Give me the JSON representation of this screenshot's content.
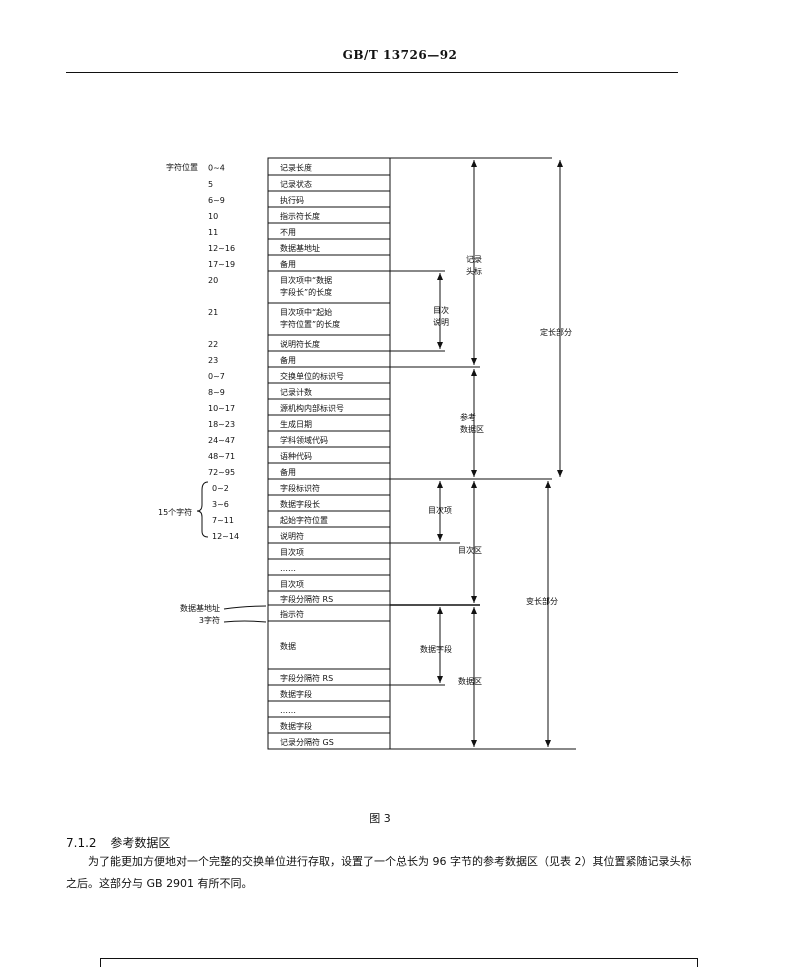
{
  "header": "GB/T 13726—92",
  "figure": {
    "pos_header": "字符位置",
    "rows": [
      {
        "label": "记录长度",
        "pos": "0~4"
      },
      {
        "label": "记录状态",
        "pos": "5"
      },
      {
        "label": "执行码",
        "pos": "6~9"
      },
      {
        "label": "指示符长度",
        "pos": "10"
      },
      {
        "label": "不用",
        "pos": "11"
      },
      {
        "label": "数据基地址",
        "pos": "12~16"
      },
      {
        "label": "备用",
        "pos": "17~19"
      },
      {
        "label": "目次项中“数据\n字段长”的长度",
        "pos": "20"
      },
      {
        "label": "目次项中“起始\n字符位置”的长度",
        "pos": "21"
      },
      {
        "label": "说明符长度",
        "pos": "22"
      },
      {
        "label": "备用",
        "pos": "23"
      },
      {
        "label": "交换单位的标识号",
        "pos": "0~7"
      },
      {
        "label": "记录计数",
        "pos": "8~9"
      },
      {
        "label": "源机构内部标识号",
        "pos": "10~17"
      },
      {
        "label": "生成日期",
        "pos": "18~23"
      },
      {
        "label": "学科领域代码",
        "pos": "24~47"
      },
      {
        "label": "语种代码",
        "pos": "48~71"
      },
      {
        "label": "备用",
        "pos": "72~95"
      },
      {
        "label": "字段标识符",
        "pos": "0~2"
      },
      {
        "label": "数据字段长",
        "pos": "3~6"
      },
      {
        "label": "起始字符位置",
        "pos": "7~11"
      },
      {
        "label": "说明符",
        "pos": "12~14"
      },
      {
        "label": "目次项",
        "pos": ""
      },
      {
        "label": "……",
        "pos": ""
      },
      {
        "label": "目次项",
        "pos": ""
      },
      {
        "label": "字段分隔符 RS",
        "pos": ""
      },
      {
        "label": "指示符",
        "pos": ""
      },
      {
        "label": "数据",
        "pos": ""
      },
      {
        "label": "字段分隔符 RS",
        "pos": ""
      },
      {
        "label": "数据字段",
        "pos": ""
      },
      {
        "label": "……",
        "pos": ""
      },
      {
        "label": "数据字段",
        "pos": ""
      },
      {
        "label": "记录分隔符 GS",
        "pos": ""
      }
    ],
    "brace_15": "15个字符",
    "data_base_label": "数据基地址\n3字符",
    "groups": {
      "record_header": "记录\n头标",
      "directory_lengths": "目次\n说明",
      "reference_area": "参考\n数据区",
      "directory_entry": "目次项",
      "directory_area": "目次区",
      "data_field": "数据字段",
      "data_area": "数据区",
      "fixed_part": "定长部分",
      "variable_part": "变长部分"
    }
  },
  "caption": "图 3",
  "section": {
    "number": "7.1.2",
    "title": "参考数据区",
    "body": "为了能更加方便地对一个完整的交换单位进行存取，设置了一个总长为 96 字节的参考数据区（见表 2）其位置紧随记录头标之后。这部分与 GB 2901 有所不同。"
  }
}
